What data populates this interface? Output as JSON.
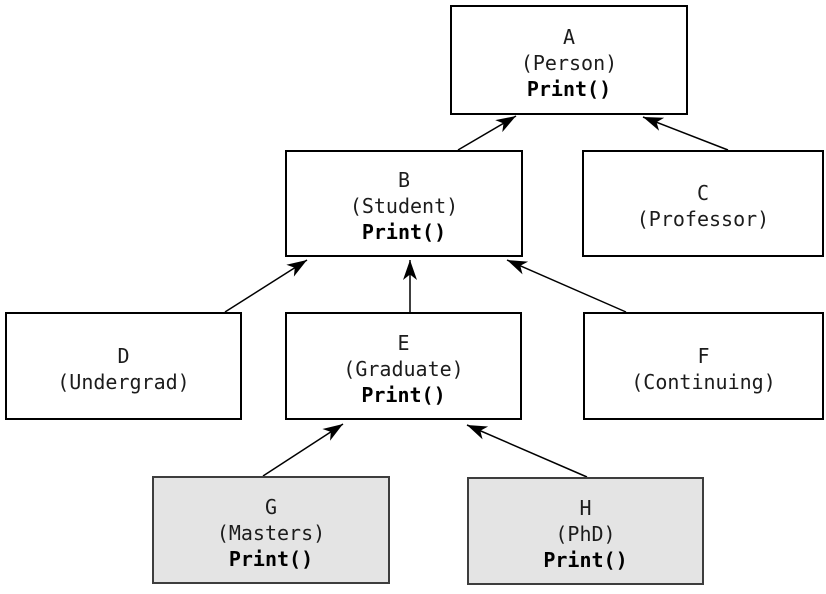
{
  "colors": {
    "background": "#ffffff",
    "box_fill": "#ffffff",
    "highlight_fill": "#e4e4e4",
    "box_border": "#000000",
    "highlight_border": "#3d3d3d",
    "arrow": "#000000",
    "text": "#1c1c1c"
  },
  "nodes": [
    {
      "id": "A",
      "name": "A",
      "subtitle": "(Person)",
      "method": "Print()",
      "highlighted": false
    },
    {
      "id": "B",
      "name": "B",
      "subtitle": "(Student)",
      "method": "Print()",
      "highlighted": false
    },
    {
      "id": "C",
      "name": "C",
      "subtitle": "(Professor)",
      "method": "",
      "highlighted": false
    },
    {
      "id": "D",
      "name": "D",
      "subtitle": "(Undergrad)",
      "method": "",
      "highlighted": false
    },
    {
      "id": "E",
      "name": "E",
      "subtitle": "(Graduate)",
      "method": "Print()",
      "highlighted": false
    },
    {
      "id": "F",
      "name": "F",
      "subtitle": "(Continuing)",
      "method": "",
      "highlighted": false
    },
    {
      "id": "G",
      "name": "G",
      "subtitle": "(Masters)",
      "method": "Print()",
      "highlighted": true
    },
    {
      "id": "H",
      "name": "H",
      "subtitle": "(PhD)",
      "method": "Print()",
      "highlighted": true
    }
  ],
  "edges": [
    {
      "from": "B",
      "to": "A"
    },
    {
      "from": "C",
      "to": "A"
    },
    {
      "from": "D",
      "to": "B"
    },
    {
      "from": "E",
      "to": "B"
    },
    {
      "from": "F",
      "to": "B"
    },
    {
      "from": "G",
      "to": "E"
    },
    {
      "from": "H",
      "to": "E"
    }
  ]
}
